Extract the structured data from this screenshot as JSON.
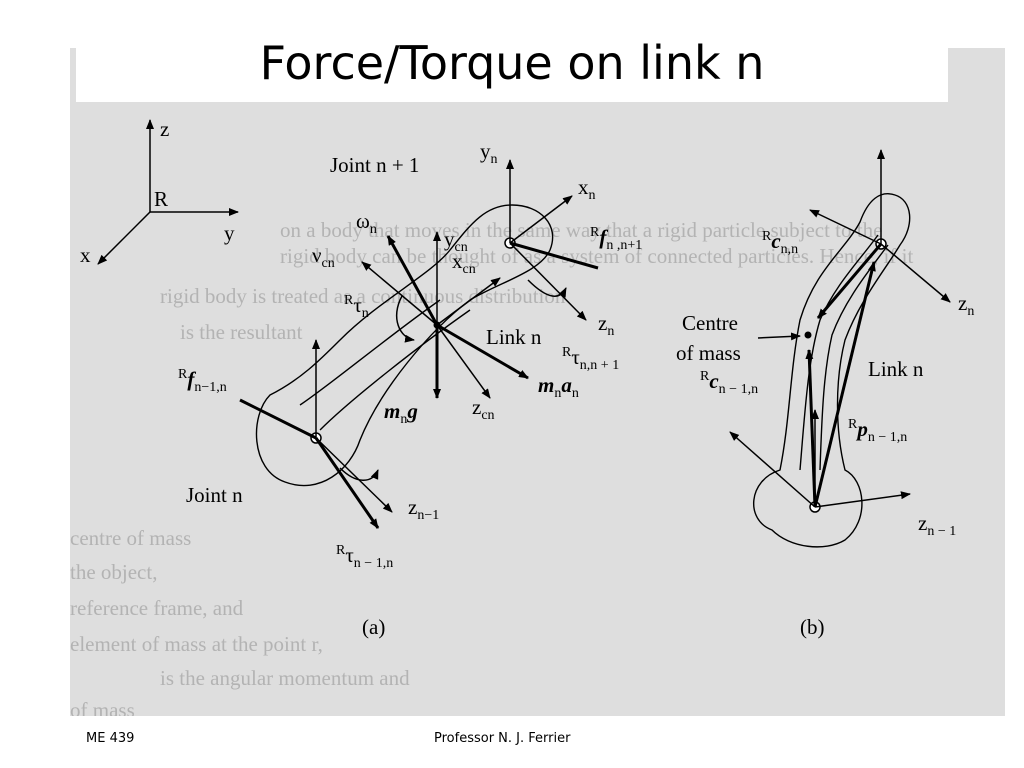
{
  "slide": {
    "title": "Force/Torque on link n",
    "footer_left": "ME 439",
    "footer_center": "Professor N. J. Ferrier"
  },
  "background_text": [
    "on a body that moves in the same way that a rigid particle subject to the",
    "rigid body can be thought of as a system of connected particles. Hence, if it",
    "rigid body is treated as a continuous distribution",
    "is the resultant",
    "the object,",
    "reference frame, and",
    "element of mass at the point r,",
    "is the angular momentum and",
    "centre of mass",
    "of mass"
  ],
  "diagram": {
    "frame": {
      "origin": "R",
      "x": "x",
      "y": "y",
      "z": "z"
    },
    "panel_a": {
      "caption": "(a)",
      "joint_upper": "Joint n + 1",
      "joint_lower": "Joint n",
      "link": "Link n",
      "axes": {
        "xn": "x",
        "yn": "y",
        "zn": "z",
        "xcn": "x",
        "ycn": "y",
        "zcn": "z",
        "zn1": "z",
        "sub_n": "n",
        "sub_cn": "cn",
        "sub_n1": "n−1"
      },
      "omega": {
        "sym": "ω",
        "sub": "n"
      },
      "nu": {
        "sym": "ν",
        "sub": "cn"
      },
      "tau_n": {
        "sup": "R",
        "sym": "τ",
        "sub": "n"
      },
      "f_next": {
        "sup": "R",
        "sym": "f",
        "sub": "n ,n+1"
      },
      "f_prev": {
        "sup": "R",
        "sym": "f",
        "sub": "n−1,n"
      },
      "tau_next": {
        "sup": "R",
        "sym": "τ",
        "sub": "n,n + 1"
      },
      "tau_prev": {
        "sup": "R",
        "sym": "τ",
        "sub": "n − 1,n"
      },
      "gravity": {
        "m": "m",
        "sub": "n",
        "g": "g"
      },
      "inertial": {
        "m": "m",
        "sub": "n",
        "a": "a",
        "asub": "n"
      }
    },
    "panel_b": {
      "caption": "(b)",
      "centre_line1": "Centre",
      "centre_line2": "of mass",
      "link": "Link n",
      "zn": {
        "sym": "z",
        "sub": "n"
      },
      "zn1": {
        "sym": "z",
        "sub": "n − 1"
      },
      "c_nn": {
        "sup": "R",
        "sym": "c",
        "sub": "n,n"
      },
      "c_prev": {
        "sup": "R",
        "sym": "c",
        "sub": "n − 1,n"
      },
      "p_prev": {
        "sup": "R",
        "sym": "p",
        "sub": "n − 1,n"
      }
    }
  }
}
